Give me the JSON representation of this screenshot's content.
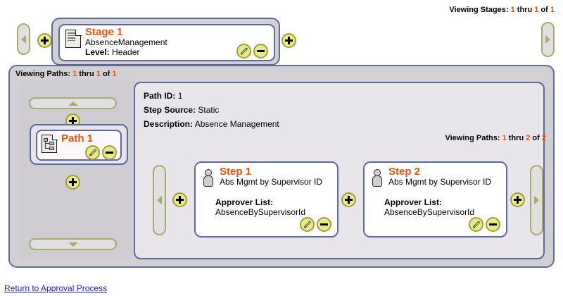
{
  "header": {
    "viewing_stages": {
      "prefix": "Viewing Stages:",
      "from": "1",
      "thru_word": "thru",
      "to": "1",
      "of_word": "of",
      "total": "1"
    }
  },
  "stage": {
    "title": "Stage 1",
    "name": "AbsenceManagement",
    "level_label": "Level:",
    "level_value": "Header",
    "icon": "document-icon",
    "edit_icon": "pencil-icon",
    "delete_icon": "minus-icon"
  },
  "paths_panel": {
    "viewing_paths": {
      "prefix": "Viewing Paths:",
      "from": "1",
      "thru_word": "thru",
      "to": "1",
      "of_word": "of",
      "total": "1"
    },
    "scroll_up_icon": "triangle-up-icon",
    "scroll_down_icon": "triangle-down-icon",
    "add_above_icon": "plus-icon",
    "add_below_icon": "plus-icon",
    "path_card": {
      "title": "Path 1",
      "icon": "path-hierarchy-icon",
      "edit_icon": "pencil-icon",
      "delete_icon": "minus-icon"
    }
  },
  "path_detail": {
    "path_id_label": "Path ID:",
    "path_id_value": "1",
    "step_source_label": "Step Source:",
    "step_source_value": "Static",
    "description_label": "Description:",
    "description_value": "Absence Management",
    "viewing_paths": {
      "prefix": "Viewing Paths:",
      "from": "1",
      "thru_word": "thru",
      "to": "2",
      "of_word": "of",
      "total": "2"
    }
  },
  "steps": [
    {
      "title": "Step 1",
      "subtitle": "Abs Mgmt by Supervisor ID",
      "approver_label": "Approver List:",
      "approver_value": "AbsenceBySupervisorId",
      "icon": "person-icon",
      "edit_icon": "pencil-icon",
      "delete_icon": "minus-icon"
    },
    {
      "title": "Step 2",
      "subtitle": "Abs Mgmt by Supervisor ID",
      "approver_label": "Approver List:",
      "approver_value": "AbsenceBySupervisorId",
      "icon": "person-icon",
      "edit_icon": "pencil-icon",
      "delete_icon": "minus-icon"
    }
  ],
  "nav": {
    "stage_prev_icon": "triangle-left-icon",
    "stage_next_icon": "triangle-right-icon",
    "stage_add_left_icon": "plus-icon",
    "stage_add_right_icon": "plus-icon",
    "step_prev_icon": "triangle-left-icon",
    "step_next_icon": "triangle-right-icon",
    "step_add_left_icon": "plus-icon",
    "step_add_middle_icon": "plus-icon",
    "step_add_right_icon": "plus-icon"
  },
  "footer": {
    "return_link": "Return to Approval Process"
  },
  "colors": {
    "accent_orange": "#e8540c",
    "panel_border_blue": "#5c6b99",
    "panel_gray": "#d2d0d5",
    "button_yellow": "#e9e98e",
    "button_yellow_border": "#a0a034",
    "pill_gray": "#e0e0e0",
    "pill_border": "#a9a96e",
    "link_blue": "#2020d0"
  }
}
